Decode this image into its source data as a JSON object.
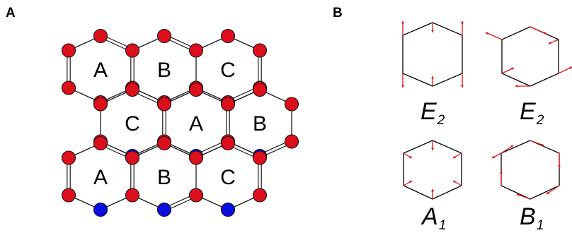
{
  "panels": {
    "a": {
      "label": "A",
      "hexagons": [
        {
          "label": "A"
        },
        {
          "label": "B"
        },
        {
          "label": "C"
        },
        {
          "label": "C"
        },
        {
          "label": "A"
        },
        {
          "label": "B"
        },
        {
          "label": "A"
        },
        {
          "label": "B"
        },
        {
          "label": "C"
        }
      ],
      "atom_colors": {
        "red": "#dd0f1c",
        "blue": "#0a0ee0"
      },
      "bond_color": "#1a1a1a"
    },
    "b": {
      "label": "B",
      "arrow_color": "#e3141b",
      "modes": [
        {
          "letter": "E",
          "sub": "2"
        },
        {
          "letter": "E",
          "sub": "2"
        },
        {
          "letter": "A",
          "sub": "1"
        },
        {
          "letter": "B",
          "sub": "1"
        }
      ]
    }
  }
}
